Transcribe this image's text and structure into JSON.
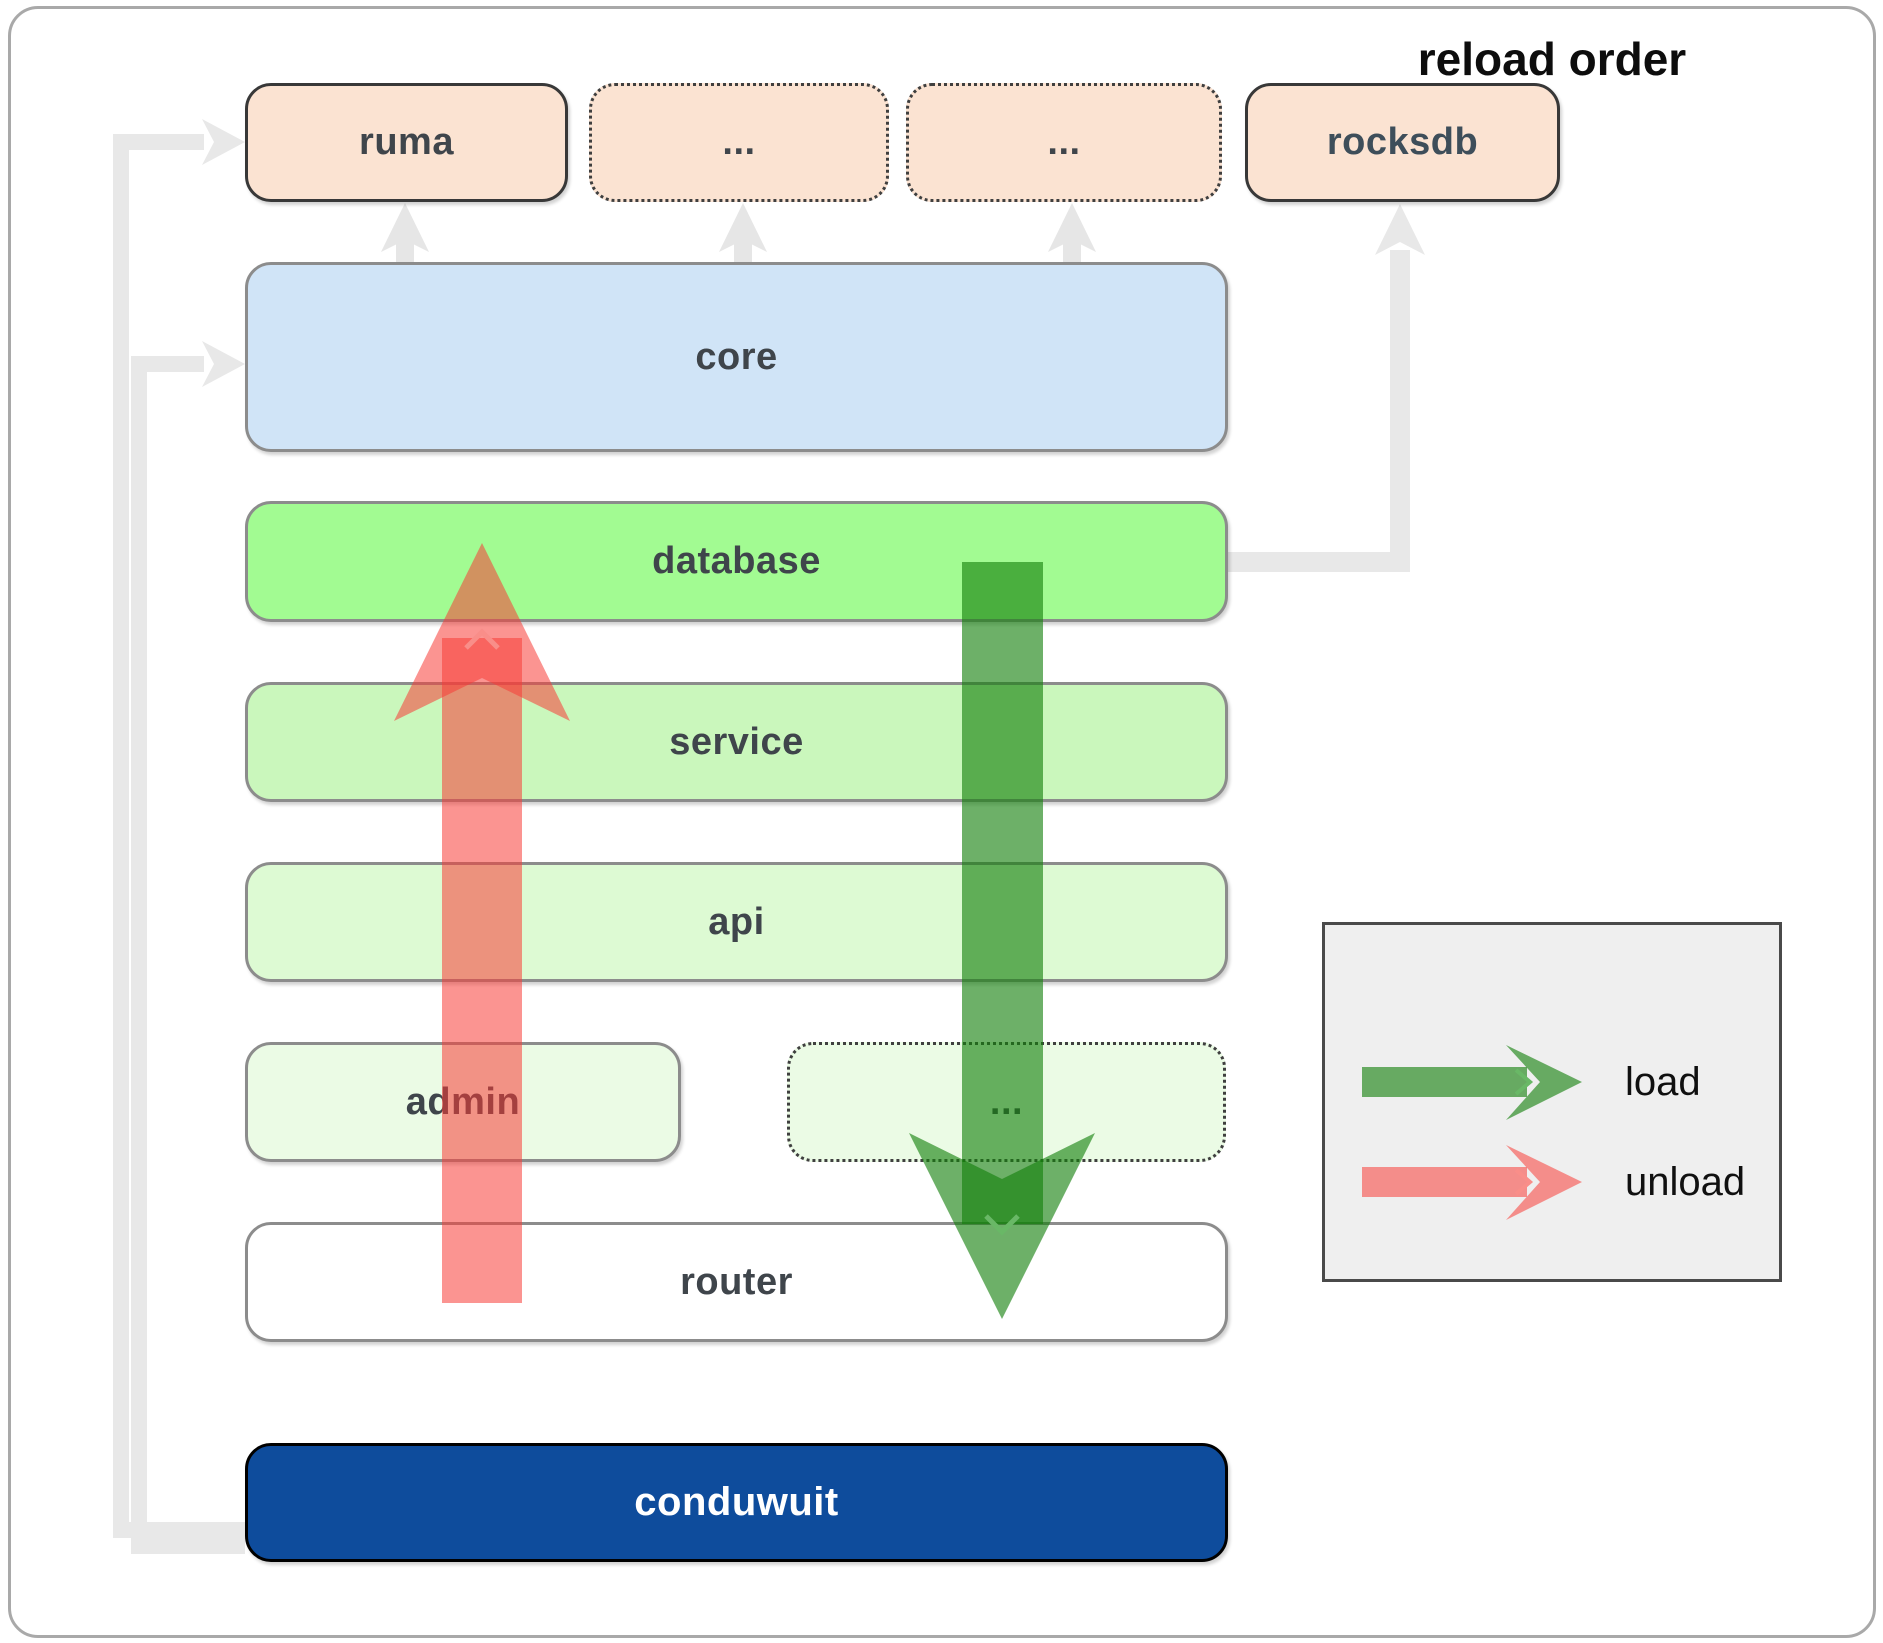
{
  "diagram": {
    "boxes": {
      "ruma": "ruma",
      "ellipsis1": "...",
      "ellipsis2": "...",
      "rocksdb": "rocksdb",
      "core": "core",
      "database": "database",
      "service": "service",
      "api": "api",
      "admin": "admin",
      "ellipsis3": "...",
      "router": "router",
      "conduwuit": "conduwuit"
    },
    "legend": {
      "title": "reload order",
      "load_label": "load",
      "unload_label": "unload"
    },
    "colors": {
      "peach_fill": "#fbe3d2",
      "core_blue_fill": "#d0e4f7",
      "database_green_fill": "#a2fb92",
      "service_green_fill": "#caf7bc",
      "api_green_fill": "#ddfad3",
      "admin_green_fill": "#ebfbe5",
      "router_fill": "#ffffff",
      "conduwuit_navy_fill": "#0e4c9c",
      "load_arrow_green": "rgba(20,128,12,0.62)",
      "unload_arrow_red": "rgba(247,60,54,0.60)",
      "connector_gray": "#e8e8e8",
      "legend_background": "#efefef"
    }
  }
}
